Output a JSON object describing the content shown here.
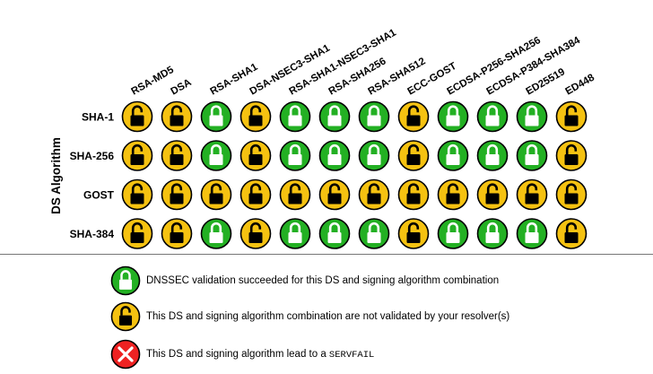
{
  "matrix": {
    "axis_label": "DS Algorithm",
    "columns": [
      "RSA-MD5",
      "DSA",
      "RSA-SHA1",
      "DSA-NSEC3-SHA1",
      "RSA-SHA1-NSEC3-SHA1",
      "RSA-SHA256",
      "RSA-SHA512",
      "ECC-GOST",
      "ECDSA-P256-SHA256",
      "ECDSA-P384-SHA384",
      "ED25519",
      "ED448"
    ],
    "rows": [
      {
        "label": "SHA-1",
        "statuses": [
          "not-validated",
          "not-validated",
          "validated",
          "not-validated",
          "validated",
          "validated",
          "validated",
          "not-validated",
          "validated",
          "validated",
          "validated",
          "not-validated"
        ]
      },
      {
        "label": "SHA-256",
        "statuses": [
          "not-validated",
          "not-validated",
          "validated",
          "not-validated",
          "validated",
          "validated",
          "validated",
          "not-validated",
          "validated",
          "validated",
          "validated",
          "not-validated"
        ]
      },
      {
        "label": "GOST",
        "statuses": [
          "not-validated",
          "not-validated",
          "not-validated",
          "not-validated",
          "not-validated",
          "not-validated",
          "not-validated",
          "not-validated",
          "not-validated",
          "not-validated",
          "not-validated",
          "not-validated"
        ]
      },
      {
        "label": "SHA-384",
        "statuses": [
          "not-validated",
          "not-validated",
          "validated",
          "not-validated",
          "validated",
          "validated",
          "validated",
          "not-validated",
          "validated",
          "validated",
          "validated",
          "not-validated"
        ]
      }
    ]
  },
  "legend": {
    "validated": {
      "text": "DNSSEC validation succeeded for this DS and signing algorithm combination",
      "icon": "lock-closed-icon"
    },
    "not_validated": {
      "text": "This DS and signing algorithm combination are not validated by your resolver(s)",
      "icon": "lock-open-icon"
    },
    "servfail": {
      "text_prefix": "This DS and signing algorithm lead to a ",
      "code": "SERVFAIL",
      "icon": "x-mark-icon"
    }
  },
  "colors": {
    "validated_fill": "#23b023",
    "not_validated_fill": "#f5c211",
    "servfail_fill": "#ee2222",
    "outline": "#000000",
    "lock_on_green": "#ffffff",
    "lock_on_yellow": "#000000"
  }
}
